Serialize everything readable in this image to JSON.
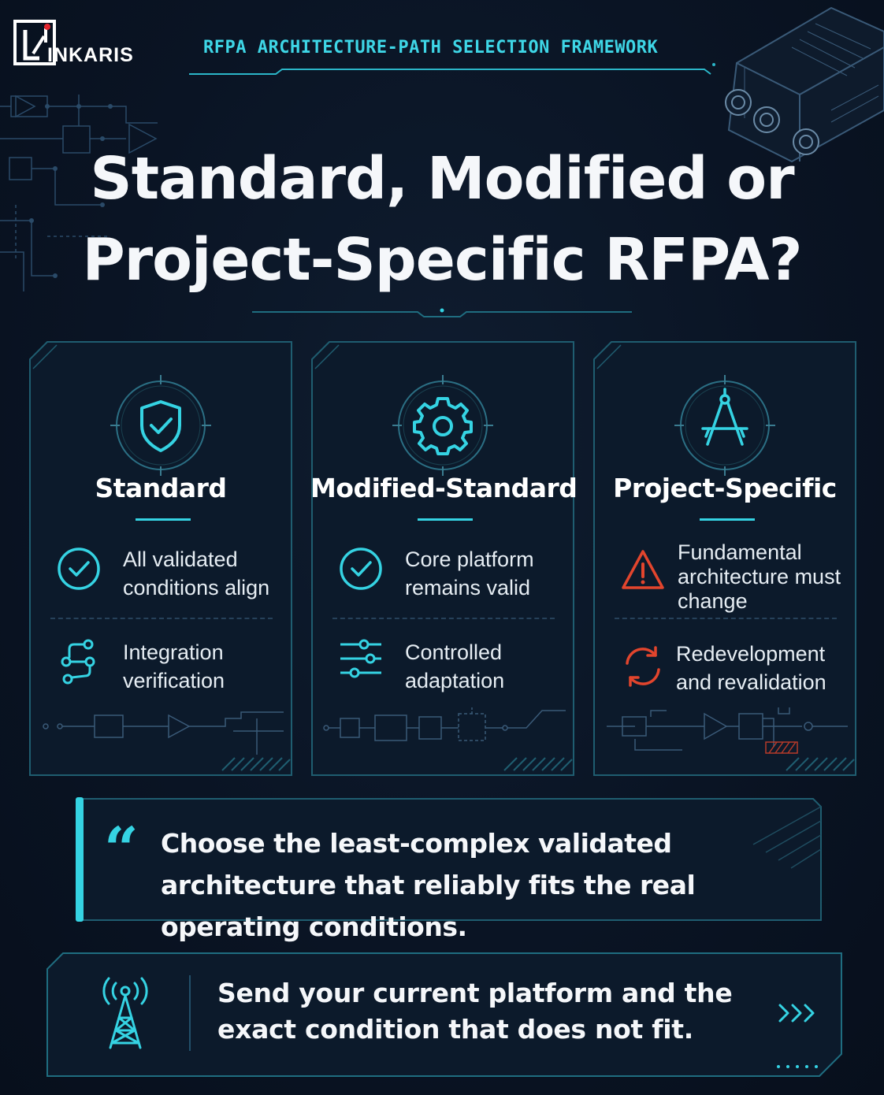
{
  "brand": {
    "logo_text": "INKARIS",
    "logo_icon": "linkaris-logo-mark"
  },
  "header": {
    "title": "RFPA ARCHITECTURE-PATH SELECTION FRAMEWORK"
  },
  "main_title": {
    "line1": "Standard, Modified or",
    "line2": "Project-Specific RFPA?"
  },
  "cards": [
    {
      "icon": "shield-check-icon",
      "title": "Standard",
      "items": [
        {
          "icon": "check-circle-icon",
          "text": "All validated conditions align"
        },
        {
          "icon": "integration-nodes-icon",
          "text": "Integration verification"
        }
      ]
    },
    {
      "icon": "gear-icon",
      "title": "Modified-Standard",
      "items": [
        {
          "icon": "check-circle-icon",
          "text": "Core platform remains valid"
        },
        {
          "icon": "sliders-icon",
          "text": "Controlled adaptation"
        }
      ]
    },
    {
      "icon": "drafting-compass-icon",
      "title": "Project-Specific",
      "items": [
        {
          "icon": "warning-triangle-icon",
          "text": "Fundamental architecture must change"
        },
        {
          "icon": "refresh-cycle-icon",
          "text": "Redevelopment and revalidation"
        }
      ]
    }
  ],
  "quote": {
    "mark": "“",
    "text": "Choose the least-complex validated architecture that reliably fits the real operating conditions."
  },
  "cta": {
    "icon": "radio-tower-icon",
    "text": "Send your current platform and the exact condition that does not fit.",
    "arrows": "›››"
  },
  "colors": {
    "background": "#0a1424",
    "accent": "#35d3e3",
    "warning": "#e2452d",
    "text": "#f5f7fa",
    "card_border": "#1f5d70"
  }
}
